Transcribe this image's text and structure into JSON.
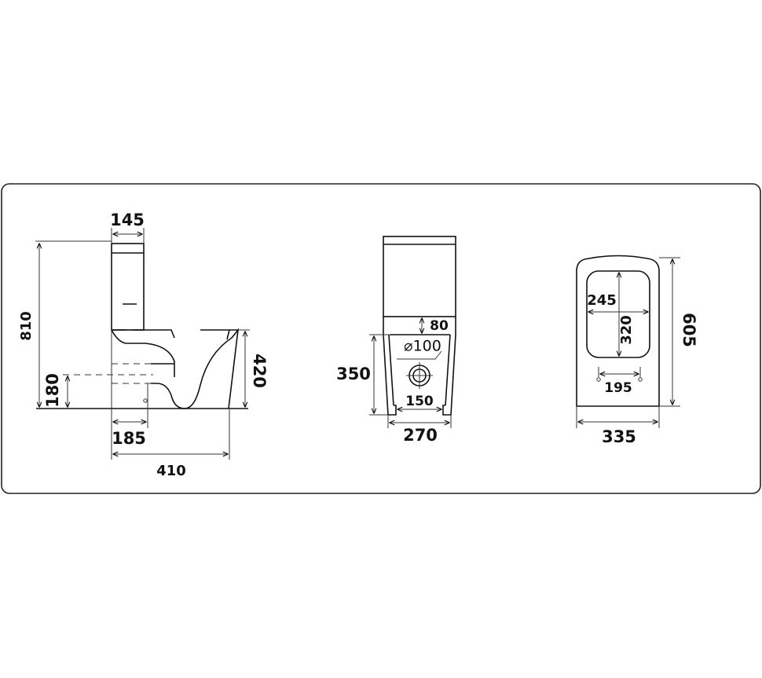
{
  "side_view": {
    "tank_width": "145",
    "total_height": "810",
    "outlet_height": "180",
    "outlet_distance": "185",
    "total_depth": "410",
    "seat_height": "420"
  },
  "front_view": {
    "tank_gap": "80",
    "outlet_diameter": "⌀100",
    "base_height": "350",
    "foot_spacing": "150",
    "base_width": "270"
  },
  "top_view": {
    "opening_width": "245",
    "opening_length": "320",
    "hinge_spacing": "195",
    "total_length": "605",
    "total_width": "335"
  }
}
